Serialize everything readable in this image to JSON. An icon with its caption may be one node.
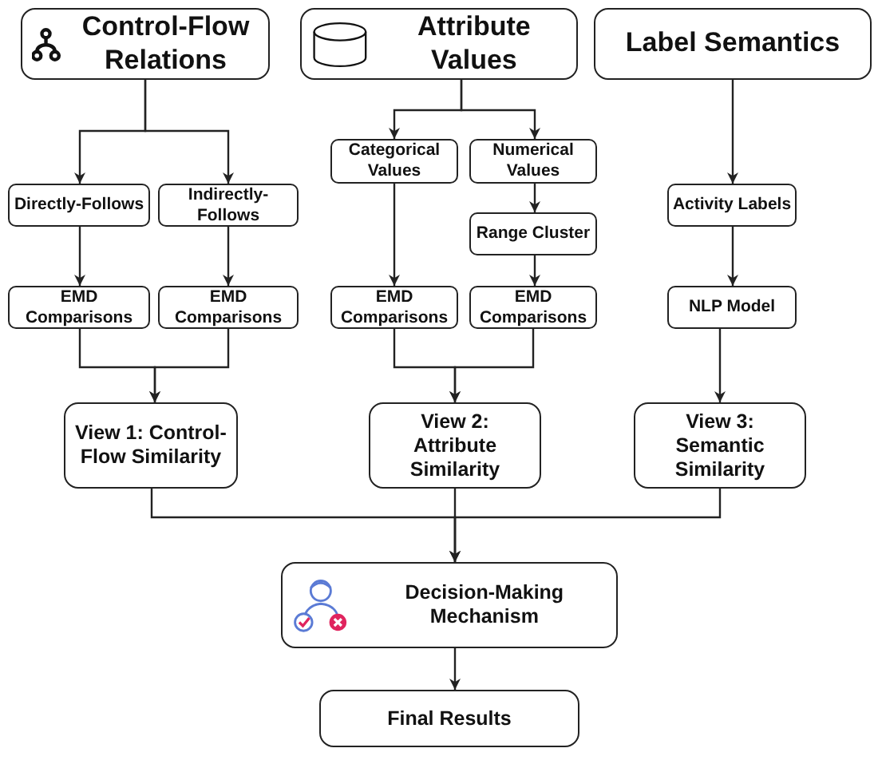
{
  "diagram": {
    "nodes": [
      {
        "text": [
          "Control-Flow Relations"
        ]
      },
      {
        "text": [
          "Attribute Values"
        ]
      },
      {
        "text": [
          "Label Semantics"
        ]
      },
      {
        "text": [
          "Directly-Follows"
        ]
      },
      {
        "text": [
          "Indirectly-Follows"
        ]
      },
      {
        "text": [
          "Categorical Values"
        ]
      },
      {
        "text": [
          "Numerical Values"
        ]
      },
      {
        "text": [
          "Range Cluster"
        ]
      },
      {
        "text": [
          "Activity Labels"
        ]
      },
      {
        "text": [
          "EMD Comparisons"
        ]
      },
      {
        "text": [
          "EMD Comparisons"
        ]
      },
      {
        "text": [
          "EMD Comparisons"
        ]
      },
      {
        "text": [
          "EMD Comparisons"
        ]
      },
      {
        "text": [
          "NLP Model"
        ]
      },
      {
        "text": [
          "View 1: Control-Flow Similarity"
        ]
      },
      {
        "text": [
          "View 2: Attribute Similarity"
        ]
      },
      {
        "text": [
          "View 3: Semantic Similarity"
        ]
      },
      {
        "text": [
          "Decision-Making Mechanism"
        ]
      },
      {
        "text": [
          "Final Results"
        ]
      }
    ],
    "edges": [
      {
        "from": 0,
        "to": 3,
        "arrow": "to"
      },
      {
        "from": 0,
        "to": 4,
        "arrow": "to"
      },
      {
        "from": 1,
        "to": 5,
        "arrow": "to"
      },
      {
        "from": 1,
        "to": 6,
        "arrow": "to"
      },
      {
        "from": 2,
        "to": 8,
        "arrow": "to"
      },
      {
        "from": 3,
        "to": 9,
        "arrow": "to"
      },
      {
        "from": 4,
        "to": 10,
        "arrow": "to"
      },
      {
        "from": 5,
        "to": 11,
        "arrow": "to"
      },
      {
        "from": 6,
        "to": 7,
        "arrow": "to"
      },
      {
        "from": 7,
        "to": 12,
        "arrow": "to"
      },
      {
        "from": 8,
        "to": 13,
        "arrow": "to"
      },
      {
        "from": 9,
        "to": 14,
        "arrow": "to"
      },
      {
        "from": 10,
        "to": 14,
        "arrow": "to"
      },
      {
        "from": 11,
        "to": 15,
        "arrow": "to"
      },
      {
        "from": 12,
        "to": 15,
        "arrow": "to"
      },
      {
        "from": 13,
        "to": 16,
        "arrow": "to"
      },
      {
        "from": 14,
        "to": 17,
        "arrow": "to"
      },
      {
        "from": 15,
        "to": 17,
        "arrow": "to"
      },
      {
        "from": 16,
        "to": 17,
        "arrow": "to"
      },
      {
        "from": 17,
        "to": 18,
        "arrow": "to"
      }
    ]
  }
}
